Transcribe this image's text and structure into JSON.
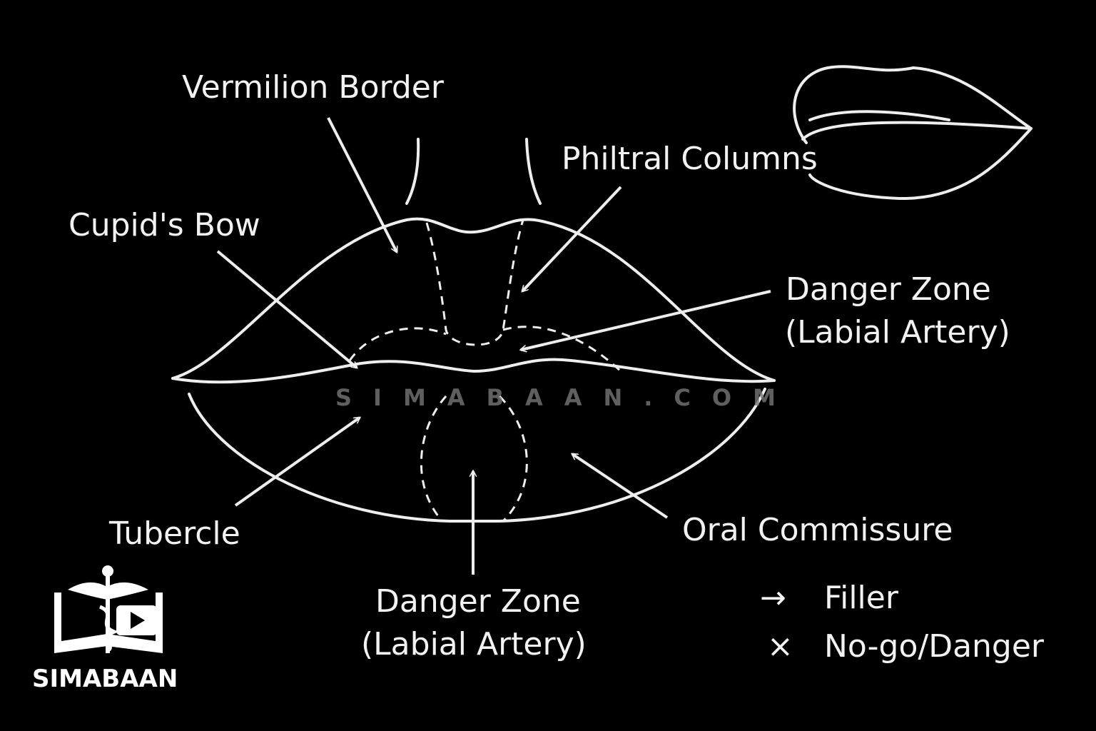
{
  "labels": {
    "vermilion_border": "Vermilion Border",
    "philtral_columns": "Philtral Columns",
    "cupids_bow": "Cupid's Bow",
    "danger_zone_upper_1": "Danger Zone",
    "danger_zone_upper_2": "(Labial Artery)",
    "tubercle": "Tubercle",
    "oral_commissure": "Oral Commissure",
    "danger_zone_lower_1": "Danger Zone",
    "danger_zone_lower_2": "(Labial Artery)"
  },
  "legend": [
    {
      "symbol": "→",
      "label": "Filler"
    },
    {
      "symbol": "×",
      "label": "No-go/Danger"
    }
  ],
  "watermark": "SIMABAAN.COM",
  "logo": {
    "text": "SIMABAAN"
  }
}
